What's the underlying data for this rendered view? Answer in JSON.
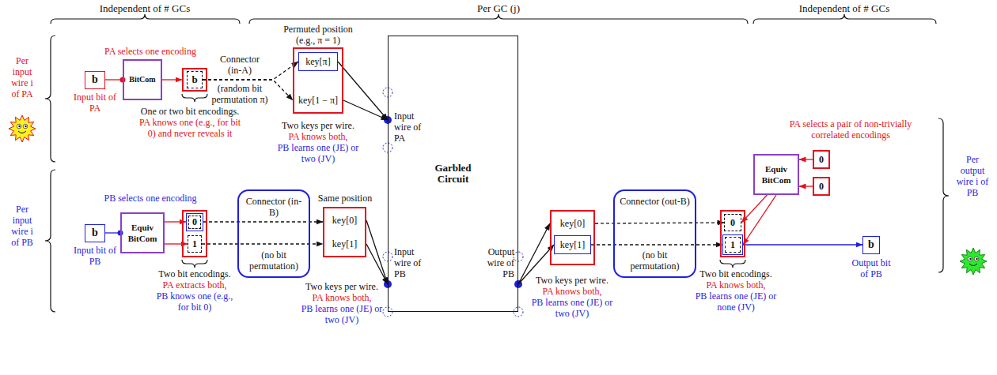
{
  "diagram": {
    "nodes": [
      {
        "text": [
          "b"
        ]
      },
      {
        "text": [
          "BitCom"
        ]
      },
      {
        "text": []
      },
      {
        "text": [
          "b"
        ],
        "in": 2
      },
      {
        "text": [
          "key[1 − π]"
        ]
      },
      {
        "text": [
          "key[π]"
        ],
        "in": 4
      },
      {
        "text": [
          "Garbled Circuit"
        ]
      },
      {
        "text": [
          "b"
        ]
      },
      {
        "text": [
          "Equiv BitCom"
        ]
      },
      {
        "text": []
      },
      {
        "text": [
          "0"
        ],
        "in": 9
      },
      {
        "text": [
          "1"
        ],
        "in": 9
      },
      {
        "text": [
          "Connector (in-B)",
          "(no bit permutation)"
        ]
      },
      {
        "text": [
          "key[0]",
          "key[1]"
        ]
      },
      {
        "text": [
          "key[0]"
        ]
      },
      {
        "text": [
          "key[1]"
        ],
        "in": 14
      },
      {
        "text": [
          "Connector (out-B)",
          "(no bit permutation)"
        ]
      },
      {
        "text": []
      },
      {
        "text": [
          "0"
        ],
        "in": 17
      },
      {
        "text": [
          "1"
        ],
        "in": 17
      },
      {
        "text": [
          "Equiv BitCom"
        ]
      },
      {
        "text": [
          "0"
        ]
      },
      {
        "text": [
          "0"
        ]
      },
      {
        "text": [
          "b"
        ]
      }
    ],
    "edges": [
      {
        "from": 0,
        "to": 1,
        "arrow": "none"
      },
      {
        "from": 1,
        "to": 2,
        "arrow": "to"
      },
      {
        "from": 3,
        "to": 5,
        "arrow": "to"
      },
      {
        "from": 3,
        "to": 4,
        "arrow": "to"
      },
      {
        "from": 5,
        "to": 6,
        "arrow": "to"
      },
      {
        "from": 4,
        "to": 6,
        "arrow": "to"
      },
      {
        "from": 7,
        "to": 8,
        "arrow": "none"
      },
      {
        "from": 8,
        "to": 10,
        "arrow": "to"
      },
      {
        "from": 8,
        "to": 11,
        "arrow": "to"
      },
      {
        "from": 10,
        "to": 13,
        "arrow": "to"
      },
      {
        "from": 11,
        "to": 13,
        "arrow": "to"
      },
      {
        "from": 13,
        "to": 6,
        "arrow": "to"
      },
      {
        "from": 13,
        "to": 6,
        "arrow": "to"
      },
      {
        "from": 6,
        "to": 14,
        "arrow": "to"
      },
      {
        "from": 6,
        "to": 15,
        "arrow": "to"
      },
      {
        "from": 14,
        "to": 18,
        "arrow": "to"
      },
      {
        "from": 15,
        "to": 19,
        "arrow": "to"
      },
      {
        "from": 21,
        "to": 20,
        "arrow": "to"
      },
      {
        "from": 22,
        "to": 20,
        "arrow": "to"
      },
      {
        "from": 20,
        "to": 18,
        "arrow": "to"
      },
      {
        "from": 20,
        "to": 19,
        "arrow": "to"
      },
      {
        "from": 19,
        "to": 23,
        "arrow": "to"
      }
    ],
    "labels": [
      "Independent of # GCs",
      "Per GC (j)",
      "Independent of # GCs",
      "Per input wire i of PA",
      "PA selects one encoding",
      "Input bit of PA",
      "One or two bit encodings.",
      "PA knows one (e.g., for bit 0) and never reveals it",
      "Connector (in-A)",
      "(random bit permutation π)",
      "Permuted position (e.g., π = 1)",
      "Two keys per wire.",
      "PA knows both,",
      "PB learns one (JE) or two (JV)",
      "Input wire of PA",
      "Per input wire i of PB",
      "PB selects one encoding",
      "Input bit of PB",
      "Two bit encodings.",
      "PA extracts both,",
      "PB knows one (e.g., for bit 0)",
      "Same position",
      "Two keys per wire.",
      "PA knows both,",
      "PB learns one (JE) or two (JV)",
      "Input wire of PB",
      "Output wire of PB",
      "Two keys per wire.",
      "PA knows both,",
      "PB learns one (JE) or two (JV)",
      "PA selects a pair of non-trivially correlated encodings",
      "Per output wire i of PB",
      "Two bit encodings.",
      "PA knows both,",
      "PB learns one (JE) or none (JV)",
      "Output bit of PB"
    ]
  }
}
